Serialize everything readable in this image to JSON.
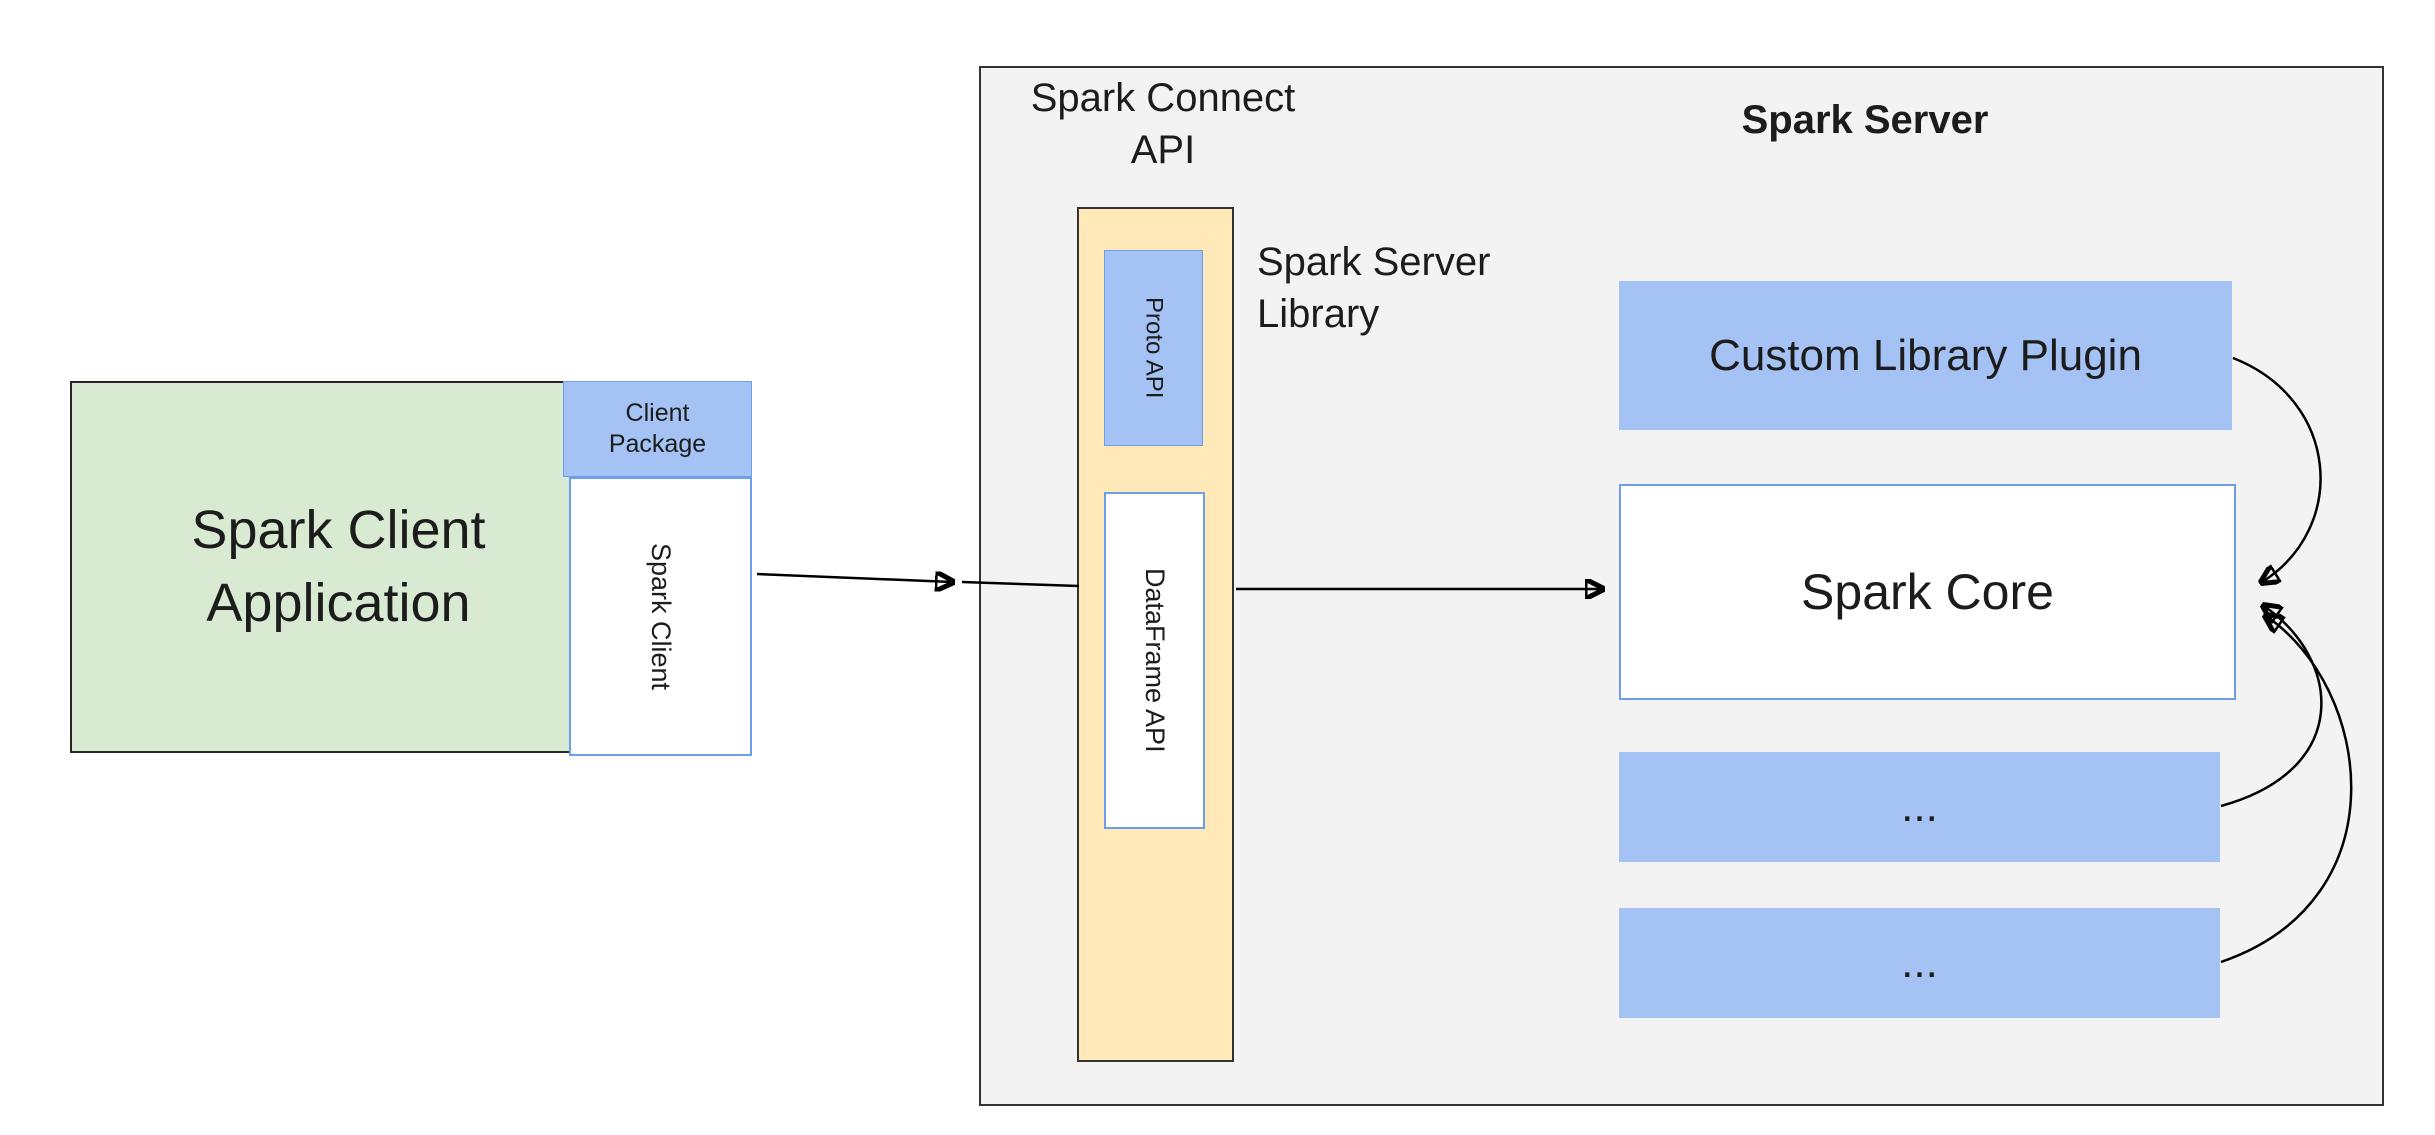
{
  "colors": {
    "green_fill": "#d9ead3",
    "blue_fill": "#a4c2f4",
    "yellow_fill": "#ffe9b8",
    "gray_fill": "#f3f3f3",
    "blue_border": "#6d9eeb",
    "text": "#1c1c1c"
  },
  "client": {
    "application_label": "Spark Client\nApplication",
    "package_label": "Client\nPackage",
    "spark_client_label": "Spark Client"
  },
  "connect_api": {
    "label": "Spark Connect\nAPI",
    "proto_api_label": "Proto API",
    "dataframe_api_label": "DataFrame API",
    "library_label": "Spark Server\nLibrary"
  },
  "server": {
    "label": "Spark Server",
    "plugin_label": "Custom Library Plugin",
    "core_label": "Spark Core",
    "ellipsis_1": "...",
    "ellipsis_2": "..."
  }
}
